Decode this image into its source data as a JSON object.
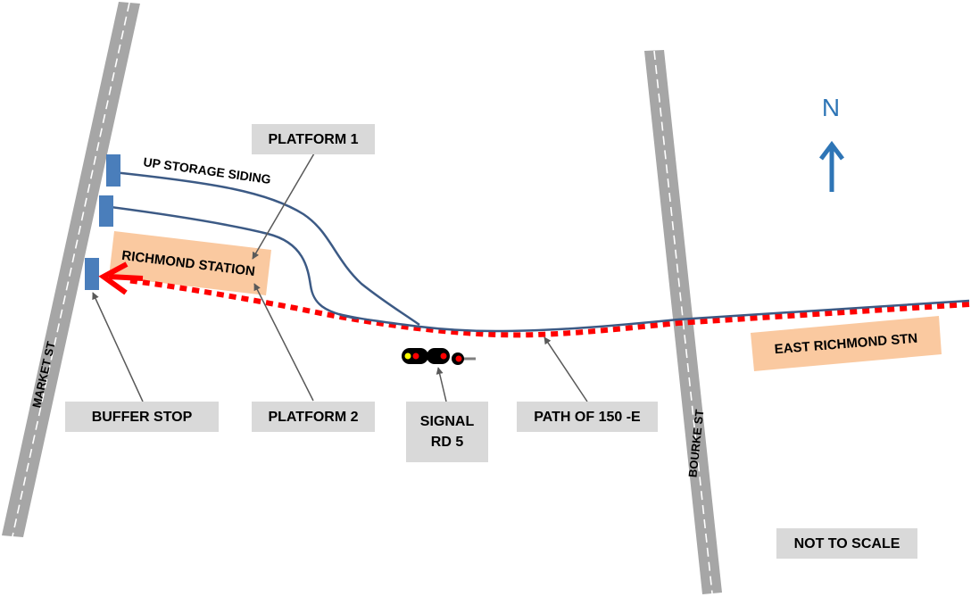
{
  "streets": {
    "market": "MARKET ST",
    "bourke": "BOURKE ST"
  },
  "stations": {
    "richmond": "RICHMOND STATION",
    "east_richmond": "EAST RICHMOND  STN"
  },
  "tracks": {
    "up_storage_siding": "UP STORAGE SIDING"
  },
  "callouts": {
    "platform_1": "PLATFORM 1",
    "platform_2": "PLATFORM 2",
    "buffer_stop": "BUFFER STOP",
    "signal_line1": "SIGNAL",
    "signal_line2": "RD 5",
    "path": "PATH OF 150 -E",
    "not_to_scale": "NOT TO SCALE"
  },
  "compass": {
    "label": "N"
  },
  "colors": {
    "road": "#a6a6a6",
    "track": "#3c5a85",
    "train_path": "#ff0000",
    "buffer": "#4a7ebb",
    "station_plate": "#fac9a0",
    "callout_box": "#d9d9d9",
    "compass": "#2e75b6",
    "signal_red": "#ff0000",
    "signal_yellow": "#ffff00"
  }
}
